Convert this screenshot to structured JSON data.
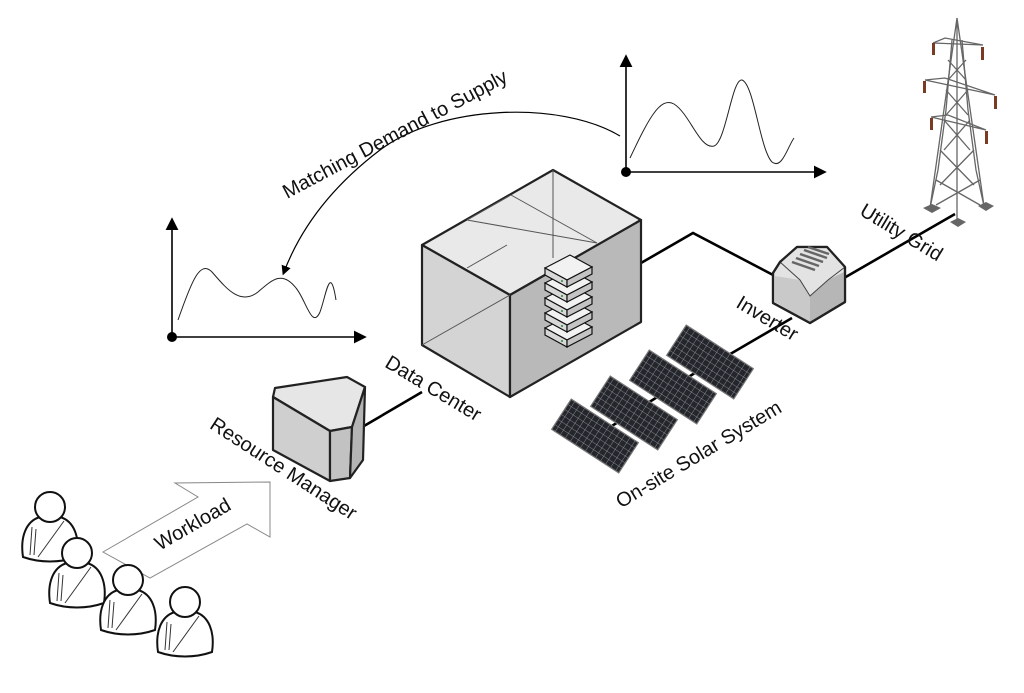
{
  "labels": {
    "matching": "Matching Demand to Supply",
    "data_center": "Data Center",
    "resource_manager": "Resource Manager",
    "workload": "Workload",
    "inverter": "Inverter",
    "utility_grid": "Utility Grid",
    "solar": "On-site Solar System"
  },
  "colors": {
    "box_top": "#e8e8e8",
    "box_left": "#d2d2d2",
    "box_right": "#b8b8b8",
    "solar_cell": "#24262b",
    "insulator": "#7a3b22"
  }
}
